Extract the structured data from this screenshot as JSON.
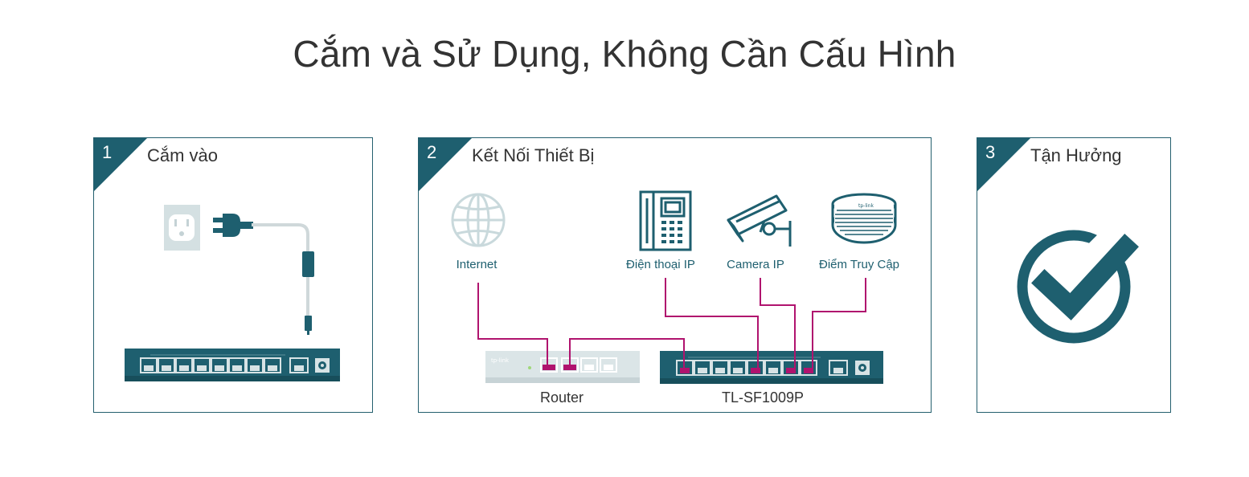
{
  "title": "Cắm và Sử Dụng, Không Cần Cấu Hình",
  "steps": [
    {
      "number": "1",
      "title": "Cắm vào"
    },
    {
      "number": "2",
      "title": "Kết Nối Thiết Bị"
    },
    {
      "number": "3",
      "title": "Tận Hưởng"
    }
  ],
  "devices": {
    "internet": "Internet",
    "ip_phone": "Điện thoại IP",
    "ip_camera": "Camera IP",
    "access_point": "Điểm Truy Cập",
    "router": "Router",
    "switch_model": "TL-SF1009P",
    "router_brand": "tp-link"
  },
  "colors": {
    "teal": "#1e5f6f",
    "magenta": "#b0136e",
    "light_gray": "#d4e0e2"
  },
  "icons": [
    "power-outlet-icon",
    "power-plug-icon",
    "globe-icon",
    "ip-phone-icon",
    "ip-camera-icon",
    "access-point-icon",
    "checkmark-circle-icon"
  ]
}
